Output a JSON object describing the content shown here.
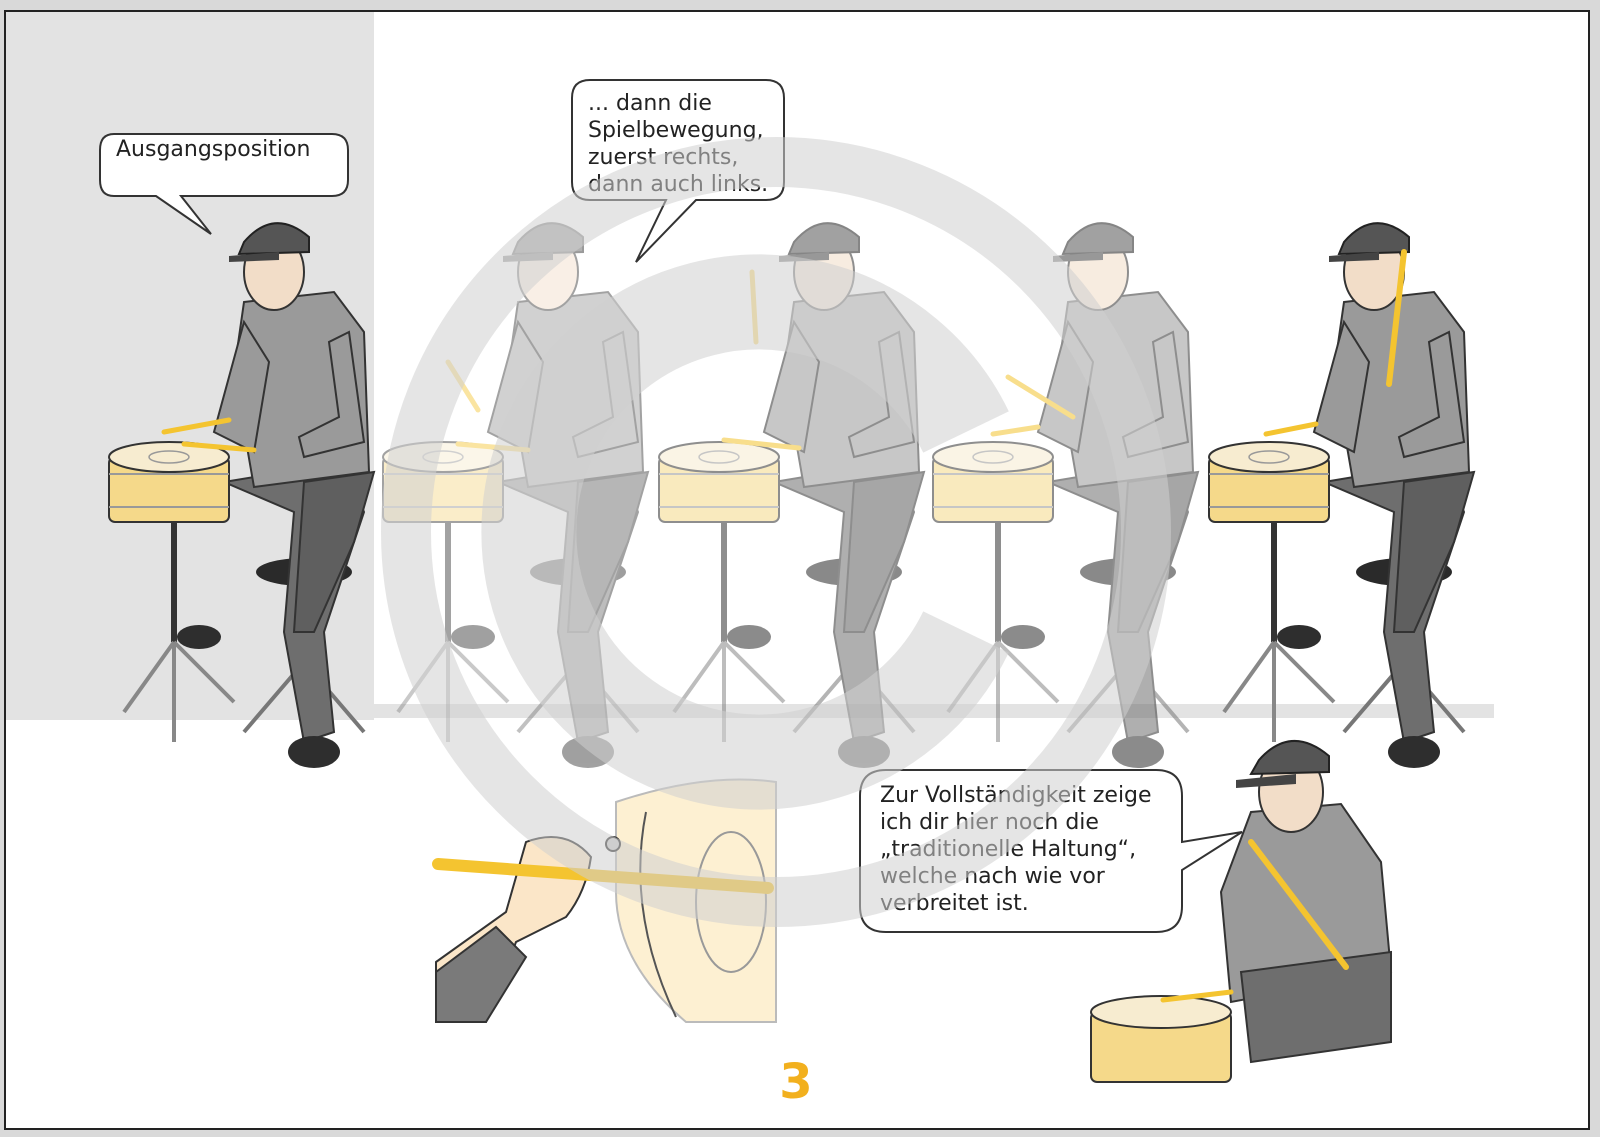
{
  "colors": {
    "panel_grey": "#e3e3e3",
    "accent_yellow": "#f2b01e",
    "stick_yellow": "#f4c430",
    "shirt_grey": "#9a9a9a",
    "pants_grey": "#6e6e6e",
    "cap_grey": "#555555"
  },
  "bubbles": {
    "start_position": "Ausgangsposition",
    "playing_motion": "... dann die\nSpielbewegung,\nzuerst rechts,\ndann auch links.",
    "traditional_grip": "Zur Vollständigkeit zeige\nich dir hier noch die\n„traditionelle Haltung“,\nwelche nach wie vor\nverbreitet ist."
  },
  "page_number": "3",
  "icons": [
    "copyright-watermark-icon",
    "drummer-figure",
    "snare-drum",
    "drumstick",
    "hand-grip-closeup"
  ],
  "steps": 5
}
